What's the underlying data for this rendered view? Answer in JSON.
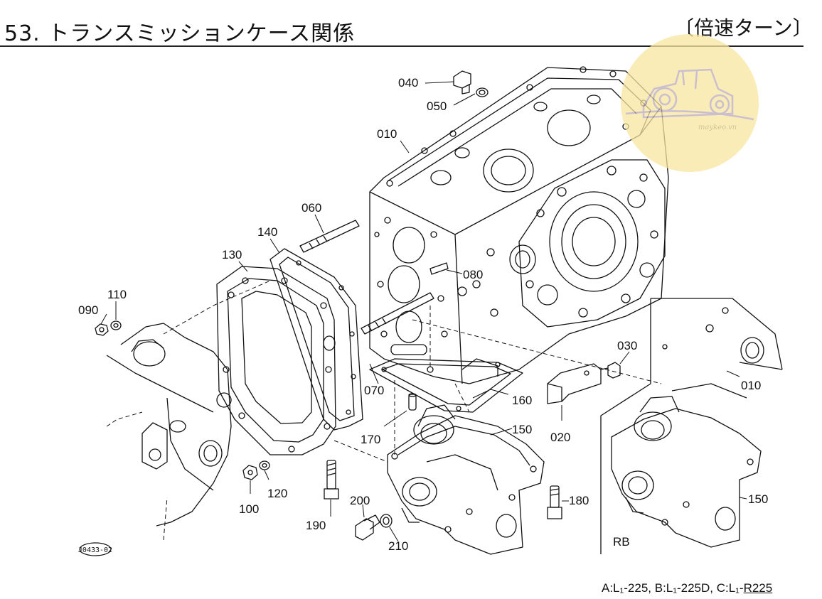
{
  "header": {
    "title": "53. トランスミッションケース関係",
    "variant": "〔倍速ターン〕"
  },
  "footer": {
    "models_prefix": "A:L",
    "models_text": "A:L₁-225, B:L₁-225D, C:L₁-",
    "models_underlined": "R225"
  },
  "diagram": {
    "drawing_code": "J0433-02",
    "variant_label": "RB",
    "watermark": "maykeo.vn",
    "callouts": [
      "040",
      "050",
      "010",
      "060",
      "140",
      "130",
      "080",
      "110",
      "090",
      "030",
      "010",
      "070",
      "160",
      "020",
      "170",
      "150",
      "120",
      "100",
      "180",
      "200",
      "190",
      "210",
      "150"
    ]
  },
  "colors": {
    "line": "#111111",
    "watermark_fill": "#f8e6a0",
    "watermark_stroke": "#c4b6c8"
  }
}
